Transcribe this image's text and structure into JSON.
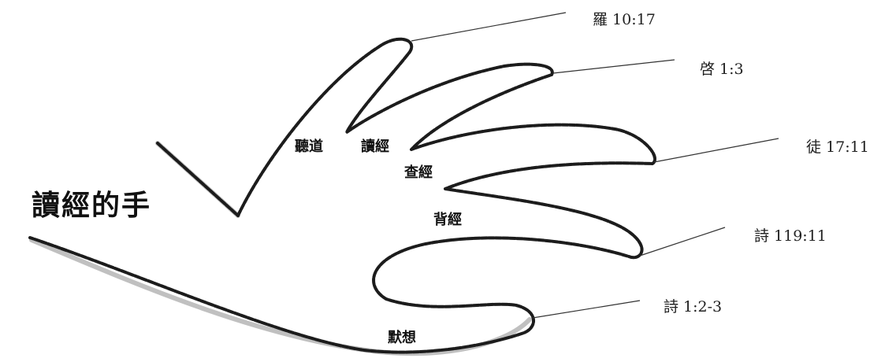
{
  "title": "讀經的手",
  "fingers": {
    "hear": "聽道",
    "read": "讀經",
    "study": "查經",
    "memorize": "背經",
    "meditate": "默想"
  },
  "references": {
    "romans": "羅 10:17",
    "revelation": "啓 1:3",
    "acts": "徒 17:11",
    "psalm119": "詩 119:11",
    "psalm1": "詩 1:2-3"
  }
}
